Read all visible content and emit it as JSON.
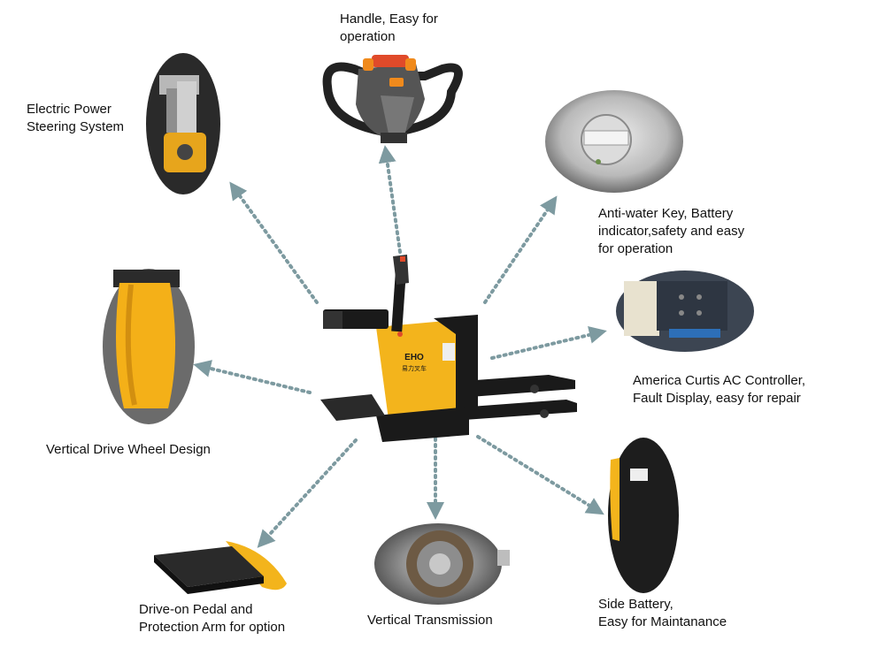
{
  "features": {
    "handle": "Handle, Easy for\noperation",
    "steering": "Electric Power\nSteering System",
    "key": "Anti-water Key, Battery\nindicator,safety and easy\nfor operation",
    "controller": "America Curtis AC Controller,\nFault Display, easy for repair",
    "drive_wheel": "Vertical Drive Wheel Design",
    "pedal": "Drive-on Pedal and\nProtection Arm for option",
    "transmission": "Vertical Transmission",
    "battery": "Side Battery,\nEasy for Maintanance"
  },
  "truck_badge": "EHO",
  "truck_badge_sub": "易力叉车",
  "colors": {
    "arrow": "#7d9aa0",
    "truck_yellow": "#f3b41c",
    "truck_black": "#1a1a1a"
  }
}
